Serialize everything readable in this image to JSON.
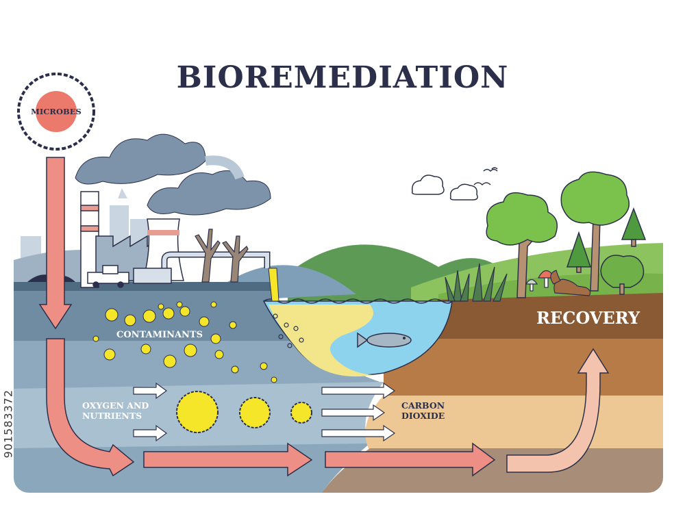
{
  "title": "BIOREMEDIATION",
  "labels": {
    "microbes": "MICROBES",
    "contaminants": "CONTAMINANTS",
    "oxygen_line1": "OXYGEN AND",
    "oxygen_line2": "NUTRIENTS",
    "co2_line1": "CARBON",
    "co2_line2": "DIOXIDE",
    "recovery": "RECOVERY"
  },
  "watermark": "901583372",
  "colors": {
    "flow_arrow": "#ee8f85",
    "microbe_core": "#ec7a6c",
    "contaminant": "#f5e629",
    "ground_dark": "#6f8ca3",
    "ground_mid": "#8ea9bd",
    "ground_light": "#a9c0d0",
    "soil_top": "#8a5a35",
    "soil_mid": "#b67b46",
    "soil_low": "#eec894",
    "water": "#8ed3ee",
    "title": "#2b2f4a"
  }
}
